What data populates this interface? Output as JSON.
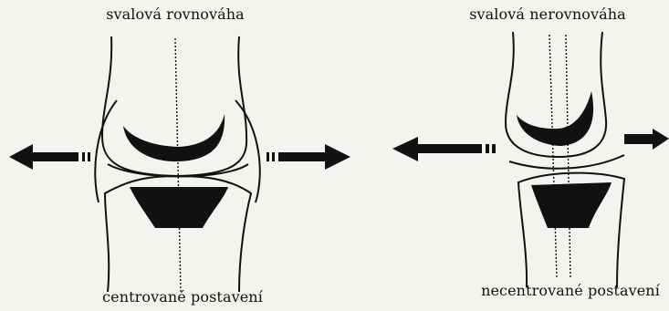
{
  "left_panel": {
    "top_label": "svalová rovnováha",
    "bottom_label": "centrované postavení"
  },
  "right_panel": {
    "top_label": "svalová nerovnováha",
    "bottom_label": "necentrované postavení"
  },
  "colors": {
    "ink": "#111111",
    "paper": "#f4f3f0"
  }
}
